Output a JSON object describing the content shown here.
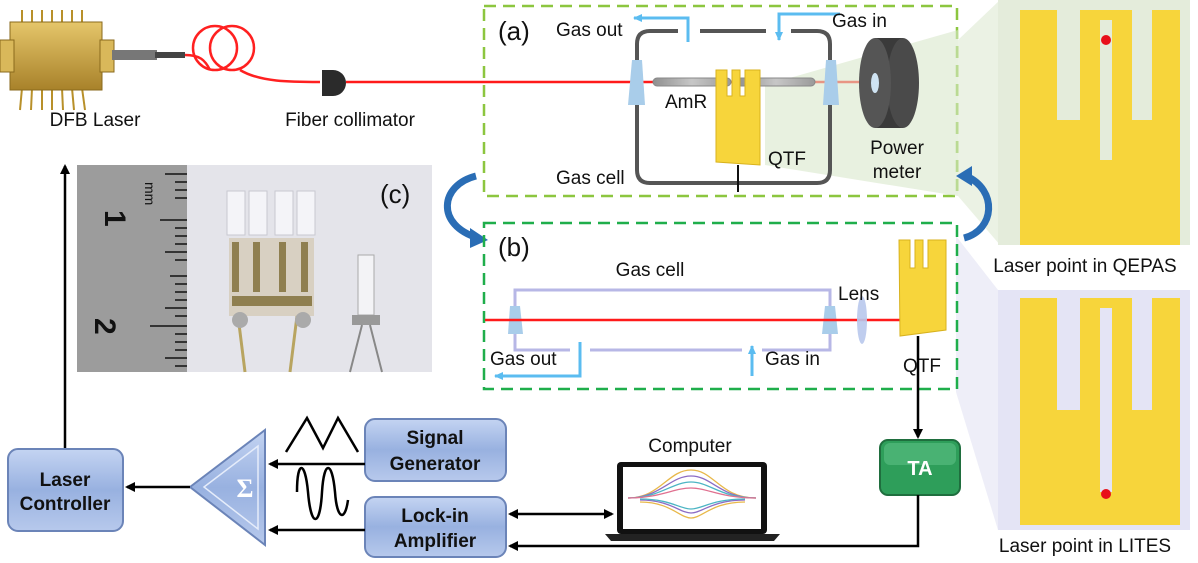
{
  "labels": {
    "dfb_laser": "DFB Laser",
    "fiber_collimator": "Fiber collimator",
    "panel_a": "(a)",
    "panel_b": "(b)",
    "panel_c": "(c)",
    "a_gas_out": "Gas out",
    "a_gas_in": "Gas in",
    "a_amr": "AmR",
    "a_qtf": "QTF",
    "a_gas_cell": "Gas cell",
    "power_meter_1": "Power",
    "power_meter_2": "meter",
    "b_gas_cell": "Gas cell",
    "b_gas_out": "Gas out",
    "b_gas_in": "Gas in",
    "b_lens": "Lens",
    "b_qtf": "QTF",
    "qepas_caption": "Laser point in QEPAS",
    "lites_caption": "Laser point in LITES",
    "computer": "Computer",
    "ruler_unit": "mm",
    "ruler_1": "1",
    "ruler_2": "2"
  },
  "blocks": {
    "laser_controller": [
      "Laser",
      "Controller"
    ],
    "signal_generator": [
      "Signal",
      "Generator"
    ],
    "lockin_amplifier": [
      "Lock-in",
      "Amplifier"
    ],
    "summer_symbol": "Σ",
    "ta": "TA"
  },
  "colors": {
    "laser_beam": "#ff1a1a",
    "box_a_border": "#8cc63f",
    "box_b_border": "#1fae4b",
    "gas_flow": "#5bbcf0",
    "qtf_gold": "#f7d53b",
    "block_fill": "#9bb4e3",
    "ta_fill": "#2e9e5a",
    "curved_arrow": "#2a6db5"
  }
}
